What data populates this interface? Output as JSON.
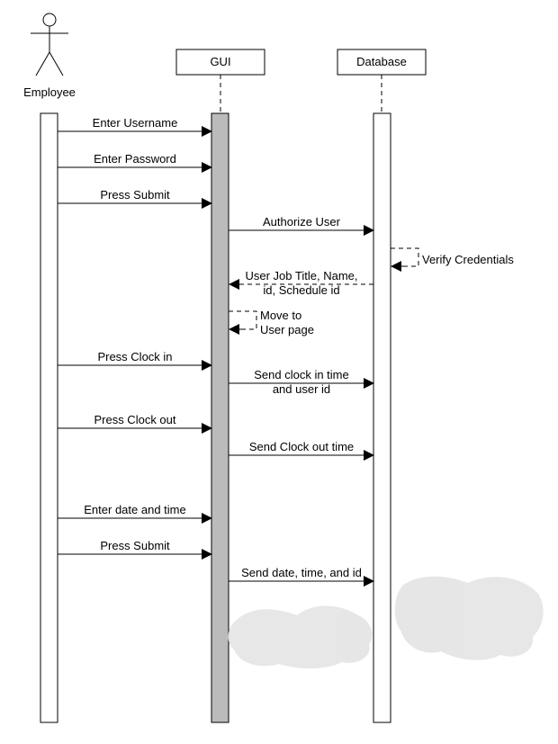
{
  "colors": {
    "gui_activation": "#bbbbbb",
    "activation": "#ffffff",
    "stroke": "#000000",
    "smudge": "#e4e4e4"
  },
  "actors": {
    "employee": "Employee"
  },
  "participants": {
    "gui": "GUI",
    "database": "Database"
  },
  "messages": {
    "enter_username": "Enter Username",
    "enter_password": "Enter Password",
    "press_submit_1": "Press Submit",
    "authorize_user": "Authorize User",
    "verify_credentials": "Verify Credentials",
    "user_info_line1": "User Job Title, Name,",
    "user_info_line2": "id, Schedule id",
    "move_to_line1": "Move to",
    "move_to_line2": "User page",
    "press_clock_in": "Press Clock in",
    "send_clock_in_line1": "Send clock in time",
    "send_clock_in_line2": "and user id",
    "press_clock_out": "Press Clock out",
    "send_clock_out": "Send Clock out time",
    "enter_date_time": "Enter date and time",
    "press_submit_2": "Press Submit",
    "send_date_time": "Send date, time, and id"
  }
}
